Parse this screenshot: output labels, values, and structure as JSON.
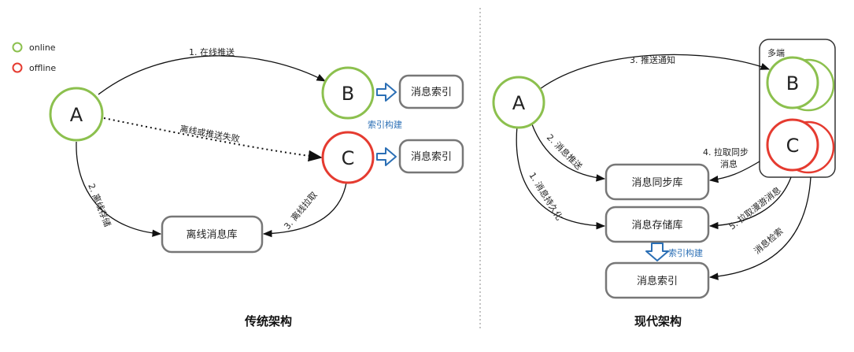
{
  "legend": {
    "online": "online",
    "offline": "offline",
    "online_color": "#8cc04e",
    "offline_color": "#e53b30"
  },
  "traditional": {
    "caption": "传统架构",
    "node_a": "A",
    "node_b": "B",
    "node_c": "C",
    "index_box_b": "消息索引",
    "index_box_c": "消息索引",
    "offline_db": "离线消息库",
    "edge_push_online": "1. 在线推送",
    "edge_offline_fail": "离线或推送失败",
    "edge_offline_store": "2. 离线存储",
    "edge_offline_pull": "3. 离线拉取",
    "index_build": "索引构建"
  },
  "modern": {
    "caption": "现代架构",
    "node_a": "A",
    "node_b": "B",
    "node_c": "C",
    "multi_device": "多端",
    "sync_db": "消息同步库",
    "storage_db": "消息存储库",
    "index_db": "消息索引",
    "edge_push_notify": "3. 推送通知",
    "edge_msg_push": "2. 消息推送",
    "edge_persist": "1. 消息持久化",
    "edge_pull_sync_1": "4. 拉取同步",
    "edge_pull_sync_2": "消息",
    "edge_pull_roam": "5. 拉取漫游消息",
    "edge_search": "消息检索",
    "index_build": "索引构建"
  },
  "colors": {
    "green": "#8cc04e",
    "red": "#e53b30",
    "box_stroke": "#777777",
    "blue_arrow": "#2b6fb5"
  }
}
